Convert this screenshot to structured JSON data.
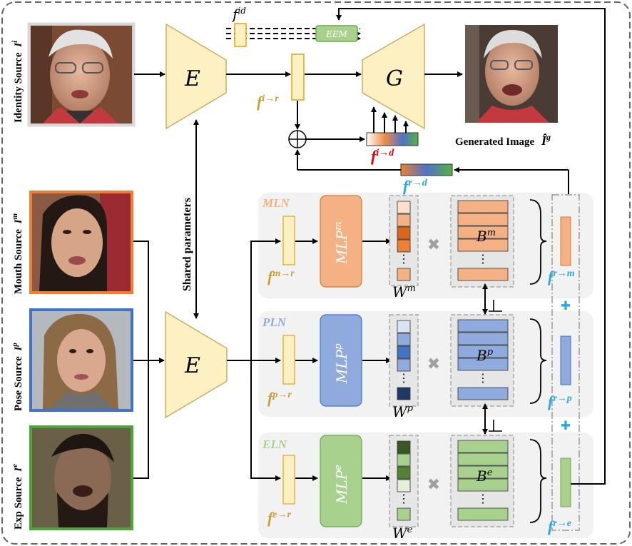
{
  "identity_source": {
    "label": "Identity Source",
    "symbol": "I",
    "sup": "i"
  },
  "mouth_source": {
    "label": "Mouth Source",
    "symbol": "I",
    "sup": "m"
  },
  "pose_source": {
    "label": "Pose Source",
    "symbol": "I",
    "sup": "p"
  },
  "exp_source": {
    "label": "Exp Source",
    "symbol": "I",
    "sup": "e"
  },
  "encoder_top": "E",
  "encoder_bottom": "E",
  "generator": "G",
  "eem": "EEM",
  "shared_parameters": "Shared parameters",
  "generated_image": {
    "label": "Generated Image",
    "symbol": "Î",
    "sup": "g"
  },
  "features": {
    "f_id": {
      "base": "f",
      "sup": "id"
    },
    "f_i_r": {
      "base": "f",
      "sup": "i→r"
    },
    "f_i_d": {
      "base": "f",
      "sup": "i→d"
    },
    "f_r_d": {
      "base": "f",
      "sup": "r→d"
    },
    "f_m_r": {
      "base": "f",
      "sup": "m→r"
    },
    "f_p_r": {
      "base": "f",
      "sup": "p→r"
    },
    "f_e_r": {
      "base": "f",
      "sup": "e→r"
    },
    "f_r_m": {
      "base": "f",
      "sup": "r→m"
    },
    "f_r_p": {
      "base": "f",
      "sup": "r→p"
    },
    "f_r_e": {
      "base": "f",
      "sup": "r→e"
    }
  },
  "mln": {
    "name": "MLN",
    "mlp": "MLP",
    "mlp_sup": "m",
    "w": "W",
    "w_sup": "m",
    "b": "B",
    "b_sup": "m"
  },
  "pln": {
    "name": "PLN",
    "mlp": "MLP",
    "mlp_sup": "p",
    "w": "W",
    "w_sup": "p",
    "b": "B",
    "b_sup": "p"
  },
  "eln": {
    "name": "ELN",
    "mlp": "MLP",
    "mlp_sup": "e",
    "w": "W",
    "w_sup": "e",
    "b": "B",
    "b_sup": "e"
  },
  "dots": "⋮",
  "times": "✖",
  "plus": "✚",
  "colors": {
    "mouth": "#ef7f34",
    "mouth_light": "#f4b183",
    "pose": "#4472c4",
    "pose_light": "#8faadc",
    "exp": "#4ea43a",
    "exp_light": "#a9d18e",
    "encoder": "#fdf0c2",
    "encoder_stroke": "#c9ad63",
    "feature_text": "#c9a03c",
    "red": "#e00000",
    "cyan": "#29a9df"
  }
}
